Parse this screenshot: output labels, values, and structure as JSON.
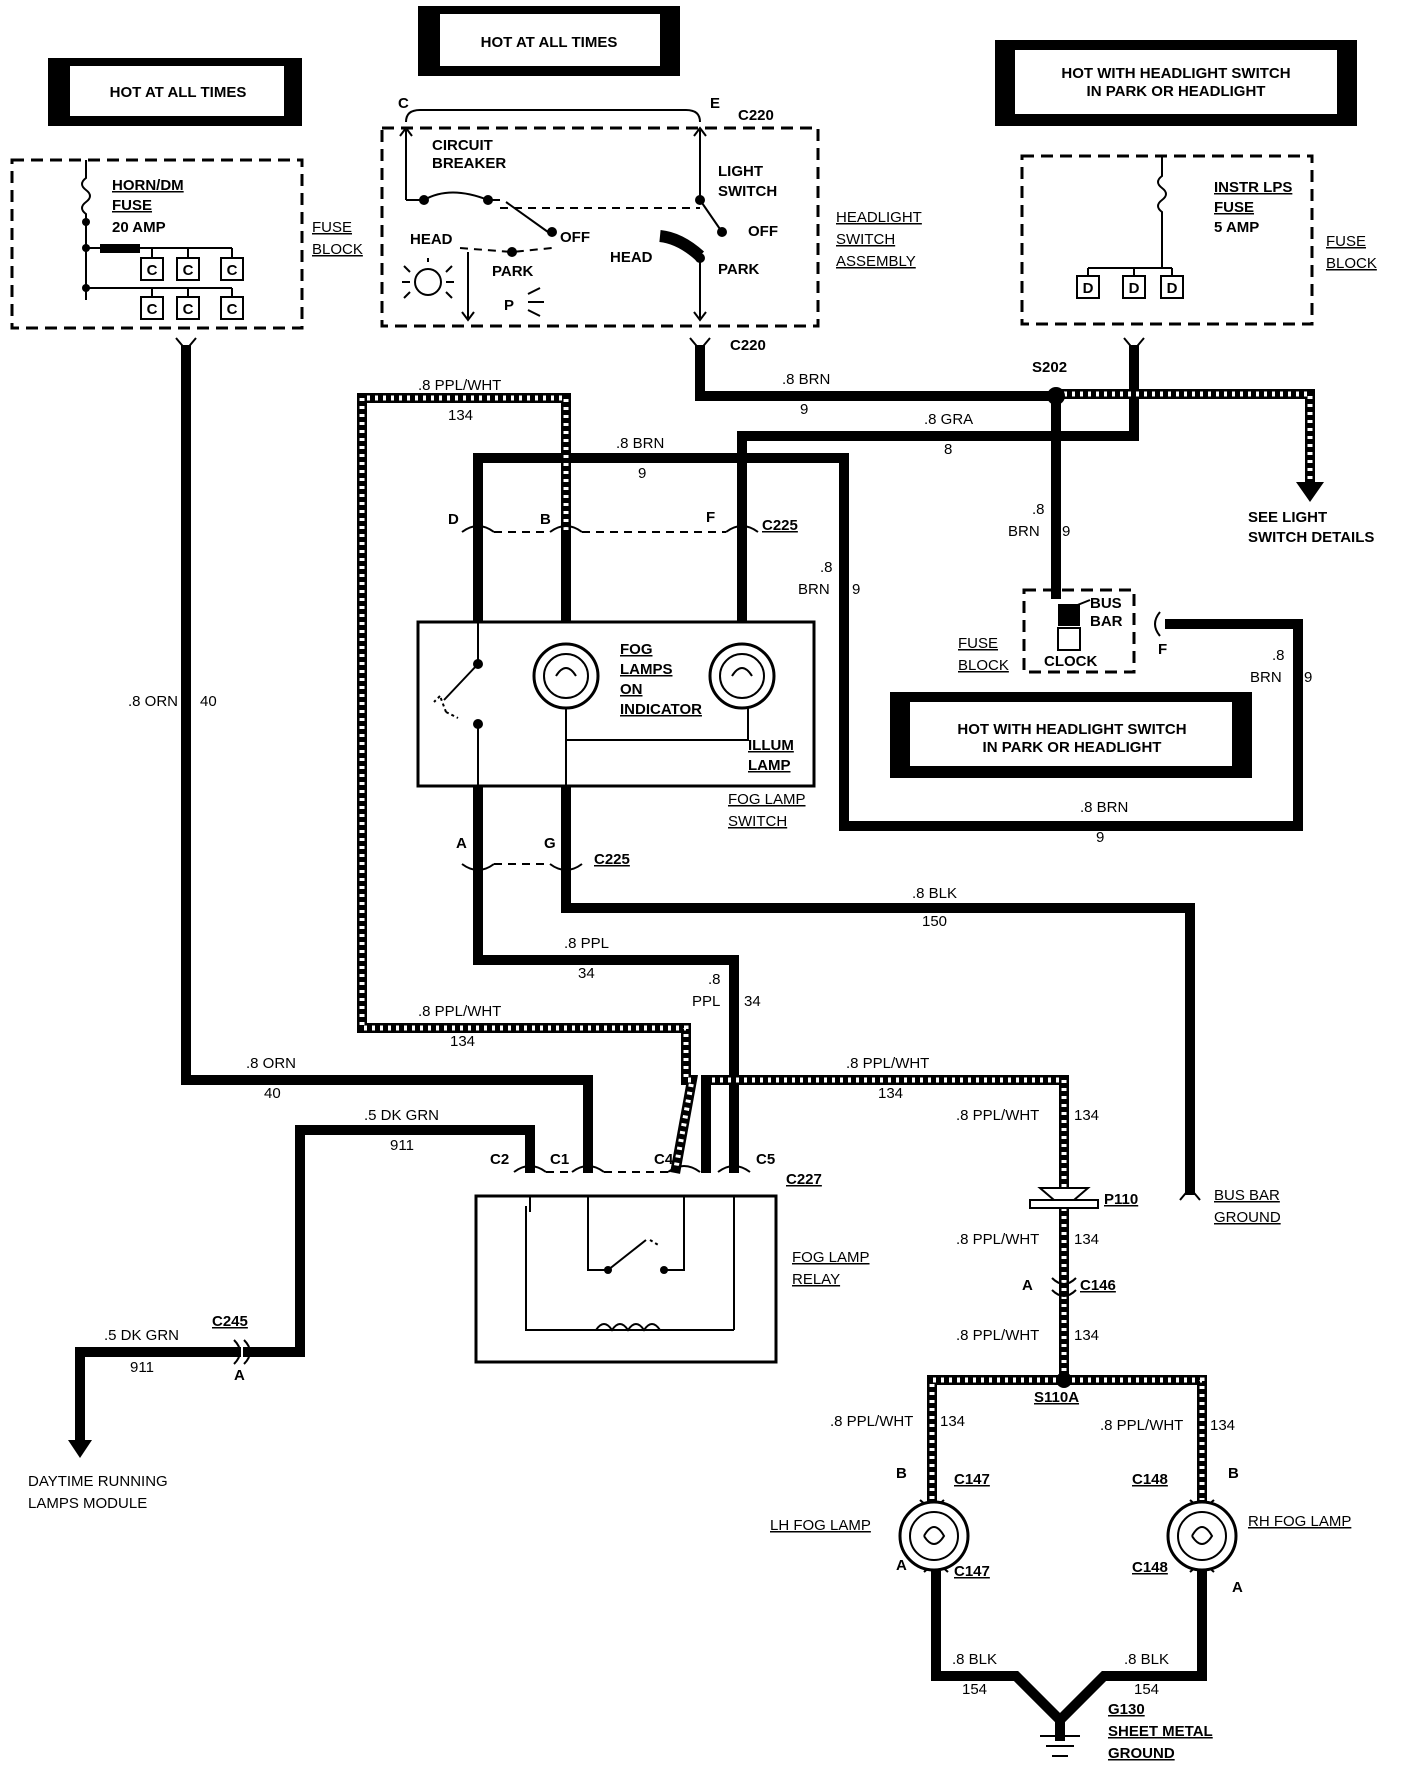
{
  "power_boxes": {
    "hot_left": "HOT AT ALL TIMES",
    "hot_center": "HOT AT ALL TIMES",
    "hot_right_1": "HOT WITH HEADLIGHT SWITCH",
    "hot_right_2": "IN PARK OR HEADLIGHT",
    "hot_mid_1": "HOT WITH HEADLIGHT SWITCH",
    "hot_mid_2": "IN PARK OR HEADLIGHT"
  },
  "fuse_block_left": {
    "fuse_1": "HORN/DM",
    "fuse_2": "FUSE",
    "fuse_3": "20 AMP",
    "label_1": "FUSE",
    "label_2": "BLOCK",
    "c": "C"
  },
  "headlight_switch": {
    "term_c": "C",
    "term_e": "E",
    "conn": "C220",
    "cb_1": "CIRCUIT",
    "cb_2": "BREAKER",
    "ls_1": "LIGHT",
    "ls_2": "SWITCH",
    "head": "HEAD",
    "off": "OFF",
    "park": "PARK",
    "p": "P",
    "label_1": "HEADLIGHT",
    "label_2": "SWITCH",
    "label_3": "ASSEMBLY",
    "bottom_conn": "C220"
  },
  "fuse_block_right": {
    "fuse_1": "INSTR LPS",
    "fuse_2": "FUSE",
    "fuse_3": "5 AMP",
    "label_1": "FUSE",
    "label_2": "BLOCK",
    "d": "D"
  },
  "splice_s202": "S202",
  "see_details_1": "SEE LIGHT",
  "see_details_2": "SWITCH DETAILS",
  "wires": {
    "brn_top": ".8 BRN",
    "brn_top_n": "9",
    "gra": ".8 GRA",
    "gra_n": "8",
    "ppl_wht_top": ".8 PPL/WHT",
    "ppl_wht_top_n": "134",
    "brn_mid": ".8 BRN",
    "brn_mid_n": "9",
    "brn_vert_1": ".8",
    "brn_vert_2": "BRN",
    "brn_vert_n": "9",
    "brn_s202_1": ".8",
    "brn_s202_2": "BRN",
    "brn_s202_n": "9",
    "brn_right_1": ".8",
    "brn_right_2": "BRN",
    "brn_right_n": "9",
    "brn_low": ".8 BRN",
    "brn_low_n": "9",
    "orn_vert": ".8 ORN",
    "orn_vert_n": "40",
    "blk": ".8 BLK",
    "blk_n": "150",
    "ppl": ".8 PPL",
    "ppl_n": "34",
    "ppl_vert_1": ".8",
    "ppl_vert_2": "PPL",
    "ppl_vert_n": "34",
    "ppl_wht_mid": ".8 PPL/WHT",
    "ppl_wht_mid_n": "134",
    "orn_horz": ".8 ORN",
    "orn_horz_n": "40",
    "dkgrn_top": ".5 DK GRN",
    "dkgrn_top_n": "911",
    "ppl_wht_right": ".8 PPL/WHT",
    "ppl_wht_right_n": "134",
    "ppl_wht_v1": ".8 PPL/WHT",
    "ppl_wht_v1_n": "134",
    "ppl_wht_v2": ".8 PPL/WHT",
    "ppl_wht_v2_n": "134",
    "ppl_wht_v3": ".8 PPL/WHT",
    "ppl_wht_v3_n": "134",
    "dkgrn_bot": ".5 DK GRN",
    "dkgrn_bot_n": "911",
    "ppl_wht_lh": ".8 PPL/WHT",
    "ppl_wht_lh_n": "134",
    "ppl_wht_rh": ".8 PPL/WHT",
    "ppl_wht_rh_n": "134",
    "blk_lh": ".8 BLK",
    "blk_lh_n": "154",
    "blk_rh": ".8 BLK",
    "blk_rh_n": "154"
  },
  "fog_switch": {
    "term_d": "D",
    "term_b": "B",
    "term_f": "F",
    "conn_top": "C225",
    "ind_1": "FOG",
    "ind_2": "LAMPS",
    "ind_3": "ON",
    "ind_4": "INDICATOR",
    "illum_1": "ILLUM",
    "illum_2": "LAMP",
    "label_1": "FOG LAMP",
    "label_2": "SWITCH",
    "term_a": "A",
    "term_g": "G",
    "conn_bot": "C225"
  },
  "bus_bar": {
    "bus_1": "BUS",
    "bus_2": "BAR",
    "clock": "CLOCK",
    "fb_1": "FUSE",
    "fb_2": "BLOCK",
    "term_f": "F",
    "ground_1": "BUS BAR",
    "ground_2": "GROUND"
  },
  "relay": {
    "c2": "C2",
    "c1": "C1",
    "c4": "C4",
    "c5": "C5",
    "conn": "C227",
    "label_1": "FOG LAMP",
    "label_2": "RELAY"
  },
  "drl": {
    "conn": "C245",
    "term": "A",
    "module_1": "DAYTIME RUNNING",
    "module_2": "LAMPS MODULE"
  },
  "lower": {
    "p110": "P110",
    "c146_term": "A",
    "c146": "C146",
    "s110a": "S110A",
    "lh_b": "B",
    "lh_c147_top": "C147",
    "lh_label": "LH FOG LAMP",
    "lh_a": "A",
    "lh_c147_bot": "C147",
    "rh_c148_top": "C148",
    "rh_b": "B",
    "rh_label": "RH FOG LAMP",
    "rh_c148_bot": "C148",
    "rh_a": "A",
    "g130_1": "G130",
    "g130_2": "SHEET METAL",
    "g130_3": "GROUND"
  }
}
